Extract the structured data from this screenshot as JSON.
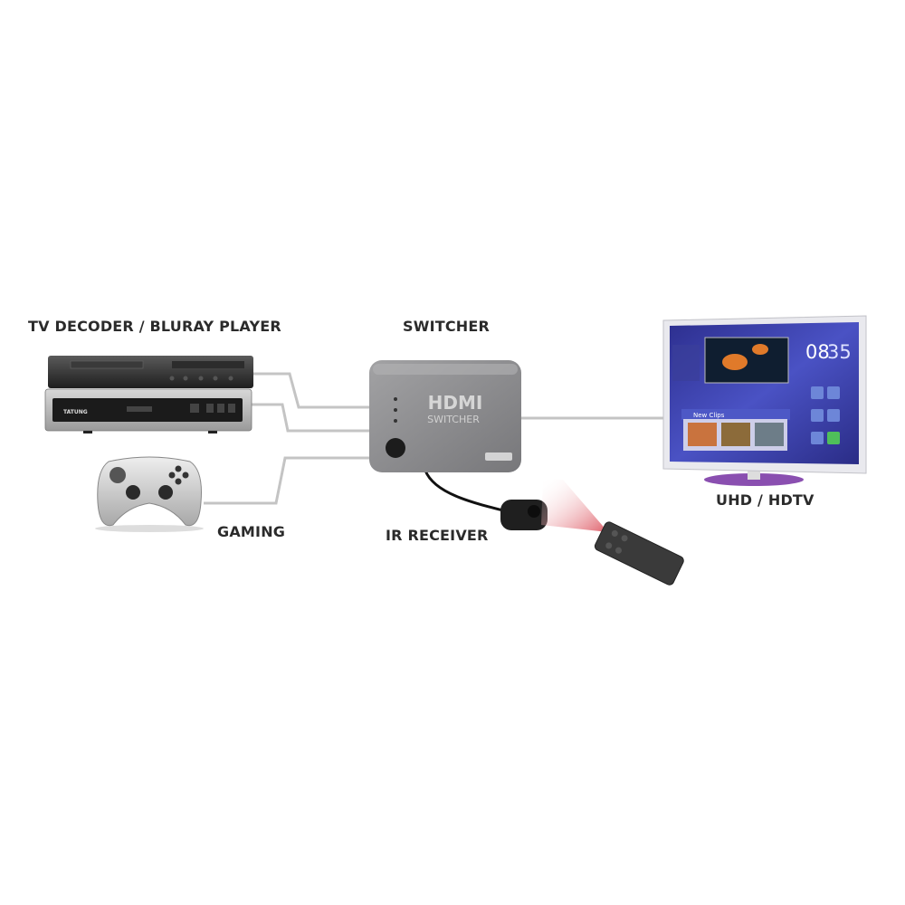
{
  "labels": {
    "sources": "TV DECODER / BLURAY PLAYER",
    "switcher": "SWITCHER",
    "gaming": "GAMING",
    "ir_receiver": "IR RECEIVER",
    "display": "UHD / HDTV"
  },
  "switcher_device": {
    "logo": "HDMI",
    "subtitle": "SWITCHER"
  },
  "decoder_device": {
    "brand": "TATUNG"
  },
  "tv_screen": {
    "clock_hours": "08",
    "clock_minutes": "35",
    "clips_header": "New Clips"
  },
  "colors": {
    "cable": "#c4c4c4",
    "tv_screen": "#3b3fa8",
    "tv_stand": "#8a4fb0",
    "ir_beam": "#d9434f",
    "switcher_body": "#8c8c8e"
  }
}
